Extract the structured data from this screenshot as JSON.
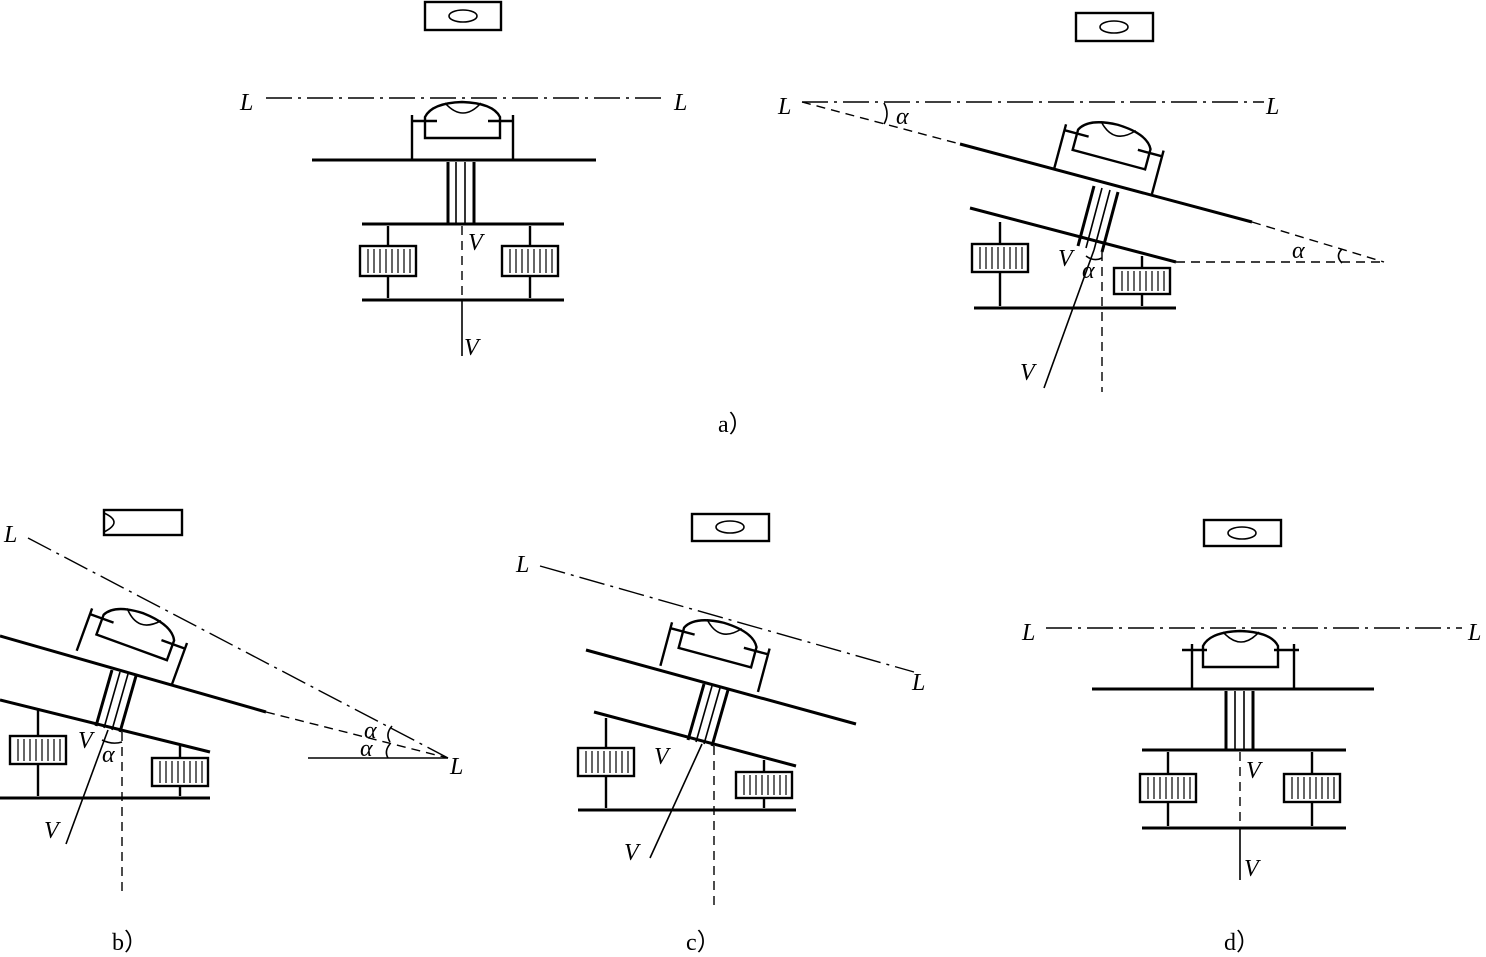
{
  "labels": {
    "L": "L",
    "V": "V",
    "alpha": "α"
  },
  "captions": {
    "a": "a）",
    "b": "b）",
    "c": "c）",
    "d": "d）"
  }
}
